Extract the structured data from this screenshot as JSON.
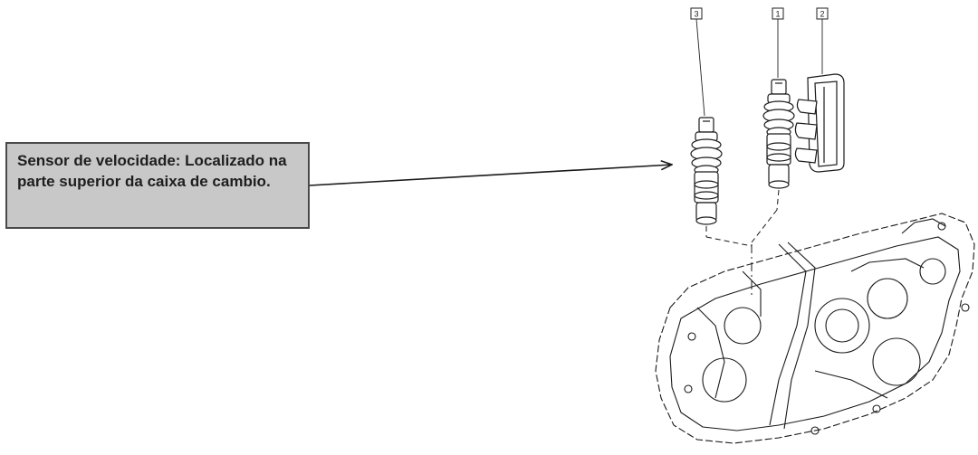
{
  "callout": {
    "text": "Sensor de velocidade: Localizado na parte superior da caixa de cambio."
  },
  "reference_labels": {
    "sensor_a": "3",
    "sensor_b": "1",
    "clip": "2"
  },
  "colors": {
    "callout_fill": "#c8c8c8",
    "callout_border": "#4a4a4a",
    "line": "#1a1a1a"
  }
}
